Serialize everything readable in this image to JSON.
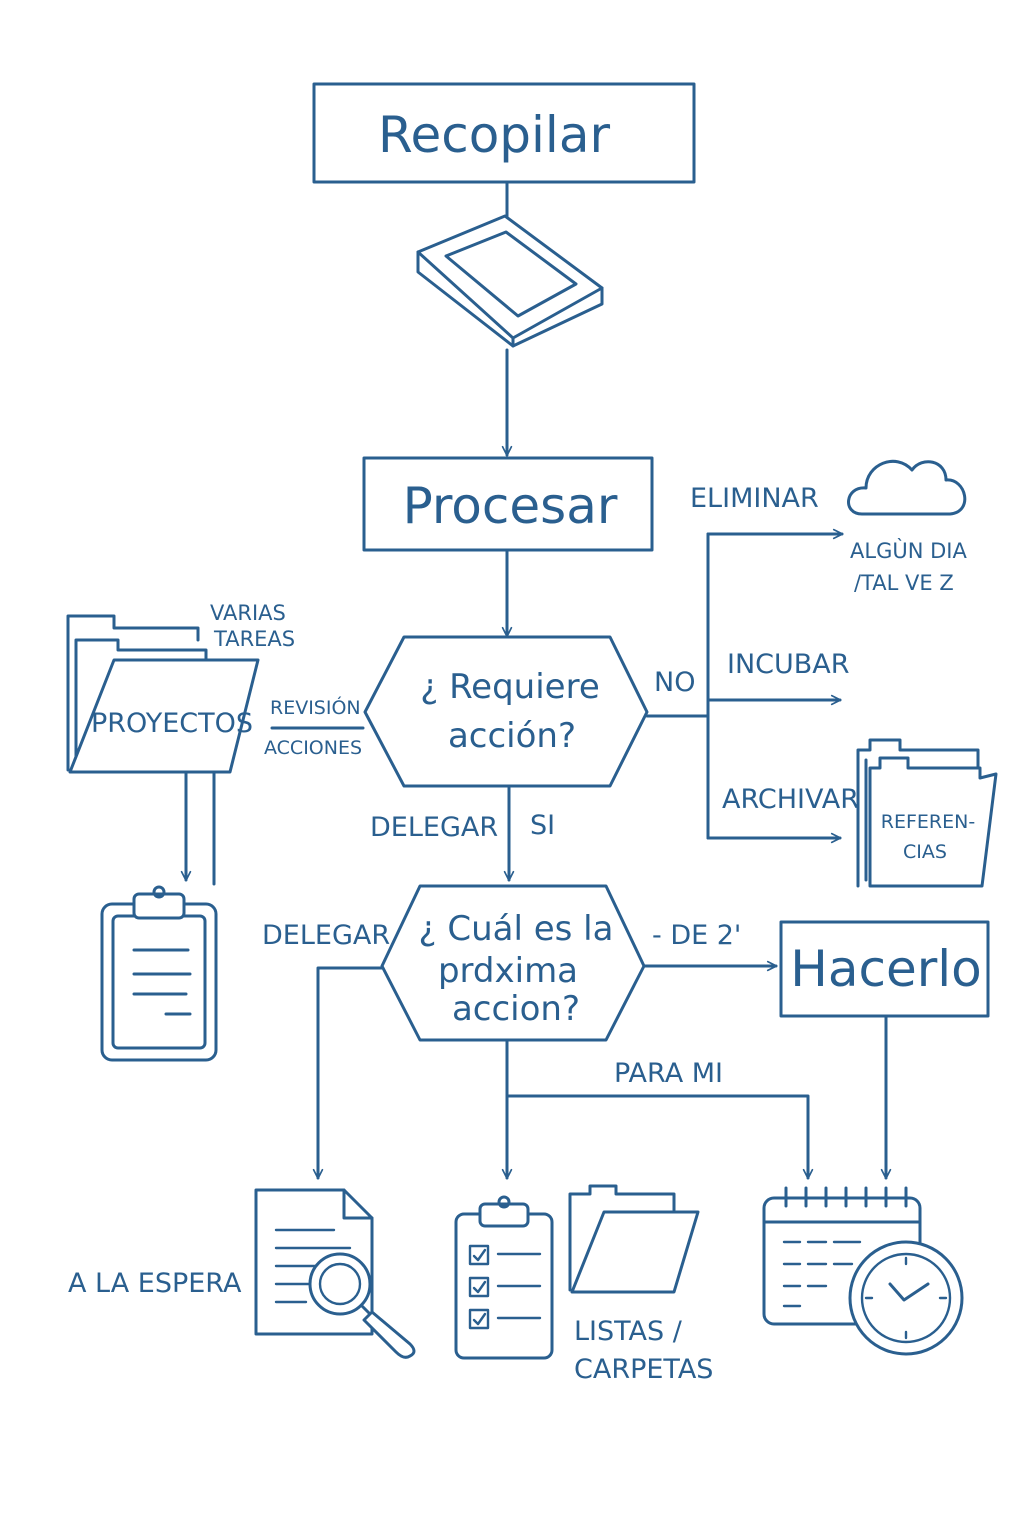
{
  "nodes": {
    "collect": "Recopilar",
    "process": "Procesar",
    "decision_action_line1": "¿ Requiere",
    "decision_action_line2": "acción?",
    "decision_next_line1": "¿ Cuál es la",
    "decision_next_line2": "prdxima",
    "decision_next_line3": "accion?",
    "do_it": "Hacerlo"
  },
  "edges": {
    "no": "NO",
    "yes": "SI",
    "delete": "ELIMINAR",
    "incubate": "INCUBAR",
    "archive": "ARCHIVAR",
    "delegate_top": "DELEGAR",
    "delegate_left": "DELEGAR",
    "less_than_two": "- DE 2'",
    "for_me": "PARA MI",
    "review_line1": "REVISIÓN",
    "review_line2": "ACCIONES"
  },
  "items": {
    "someday_line1": "ALGÙN DIA",
    "someday_line2": "/TAL VE Z",
    "references_line1": "REFEREN-",
    "references_line2": "CIAS",
    "projects": "PROYECTOS",
    "multiple_tasks_line1": "VARIAS",
    "multiple_tasks_line2": "TAREAS",
    "waiting": "A LA ESPERA",
    "lists_line1": "LISTAS /",
    "lists_line2": "CARPETAS"
  },
  "icons": {
    "inbox": "inbox-tray-icon",
    "cloud": "cloud-icon",
    "references_folder": "folder-icon",
    "projects_folder": "folder-icon",
    "projects_clipboard": "clipboard-icon",
    "waiting_document": "document-search-icon",
    "checklist": "checklist-clipboard-icon",
    "lists_folder": "folder-icon",
    "calendar": "calendar-clock-icon"
  },
  "colors": {
    "ink": "#2a5f8f",
    "background": "#ffffff"
  }
}
